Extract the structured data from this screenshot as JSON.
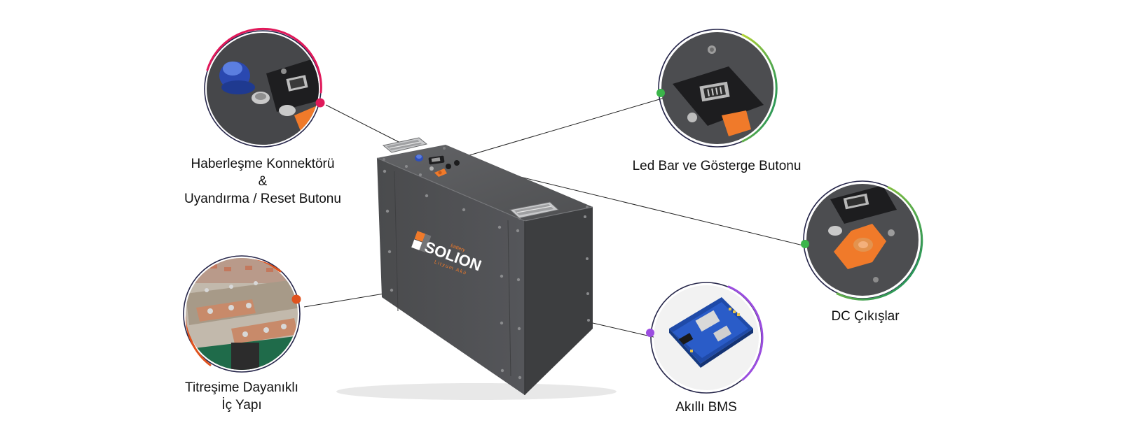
{
  "brand": {
    "logo_text_main": "SOLION",
    "logo_text_sup": "battery",
    "logo_subtext": "Lityum Akü"
  },
  "callouts": {
    "connector": {
      "lines": [
        "Haberleşme Konnektörü",
        "&",
        "Uyandırma / Reset Butonu"
      ],
      "accent": "#e0195a",
      "icon": "blue-connector-closeup"
    },
    "ledbar": {
      "lines": [
        "Led Bar ve Gösterge Butonu"
      ],
      "accent": "#3bb54a",
      "icon": "led-bar-closeup"
    },
    "dc": {
      "lines": [
        "DC Çıkışlar"
      ],
      "accent": "#3bb54a",
      "icon": "dc-terminal-closeup"
    },
    "vibration": {
      "lines": [
        "Titreşime Dayanıklı",
        "İç Yapı"
      ],
      "accent": "#e0521e",
      "icon": "internal-cells-photo"
    },
    "bms": {
      "lines": [
        "Akıllı BMS"
      ],
      "accent": "#9b4de0",
      "icon": "bms-board-photo"
    }
  },
  "colors": {
    "battery_body": "#4a4b4d",
    "battery_top": "#5a5b5d",
    "orange": "#f07a2a",
    "ring_dark": "#26264a"
  }
}
